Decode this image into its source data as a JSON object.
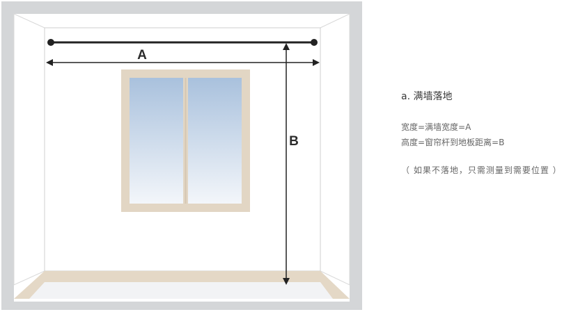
{
  "diagram": {
    "label_a": "A",
    "label_b": "B"
  },
  "info": {
    "title": "a. 满墙落地",
    "width_line": "宽度=满墙宽度=A",
    "height_line": "高度=窗帘杆到地板距离=B",
    "note": "（ 如果不落地，只需测量到需要位置 ）"
  },
  "colors": {
    "frame_gray": "#d4d6d8",
    "wall_white": "#ffffff",
    "floor_tan": "#e4d8c6",
    "window_frame": "#e2d6c4",
    "glass_top": "#aec4de",
    "glass_bottom": "#f1f5fa",
    "line_dark": "#222222"
  }
}
